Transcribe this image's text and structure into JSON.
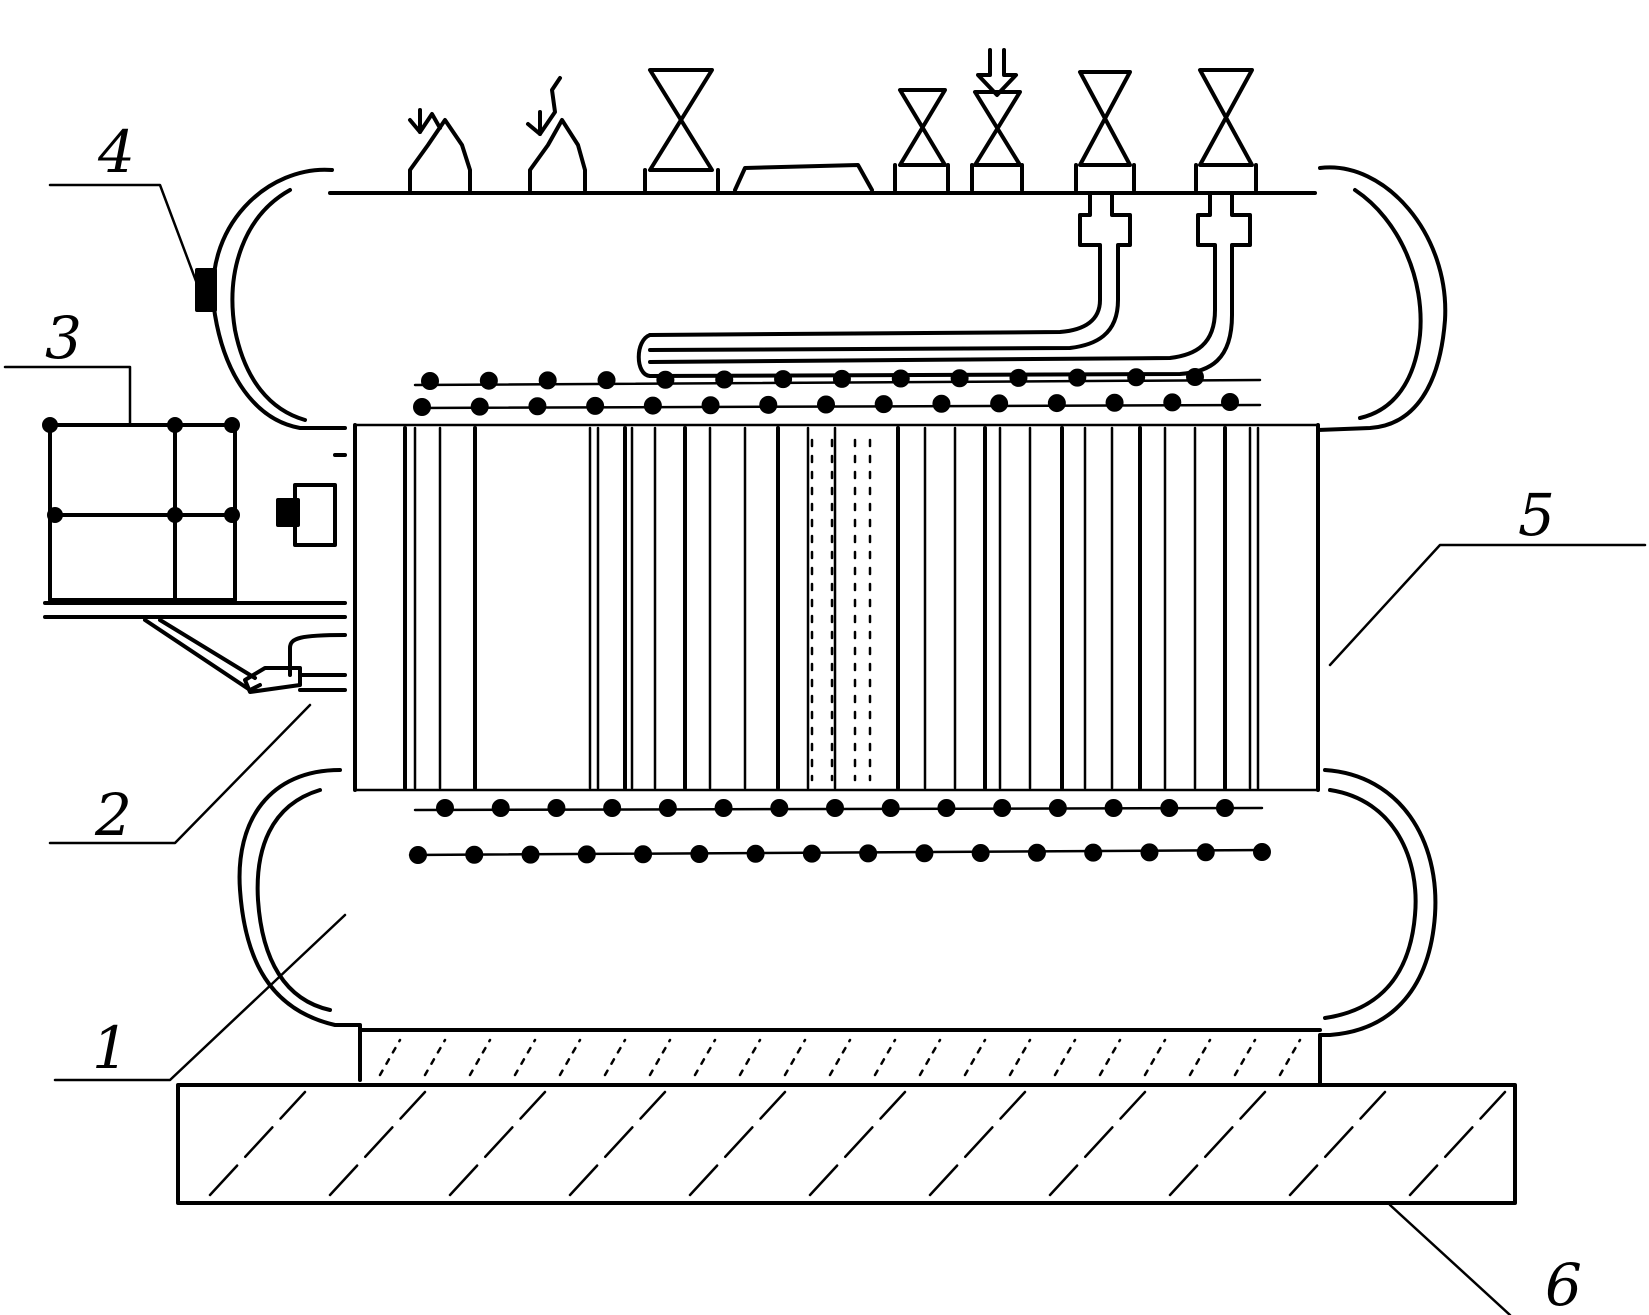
{
  "labels": {
    "label_1": "1",
    "label_2": "2",
    "label_3": "3",
    "label_4": "4",
    "label_5": "5",
    "label_6": "6"
  }
}
